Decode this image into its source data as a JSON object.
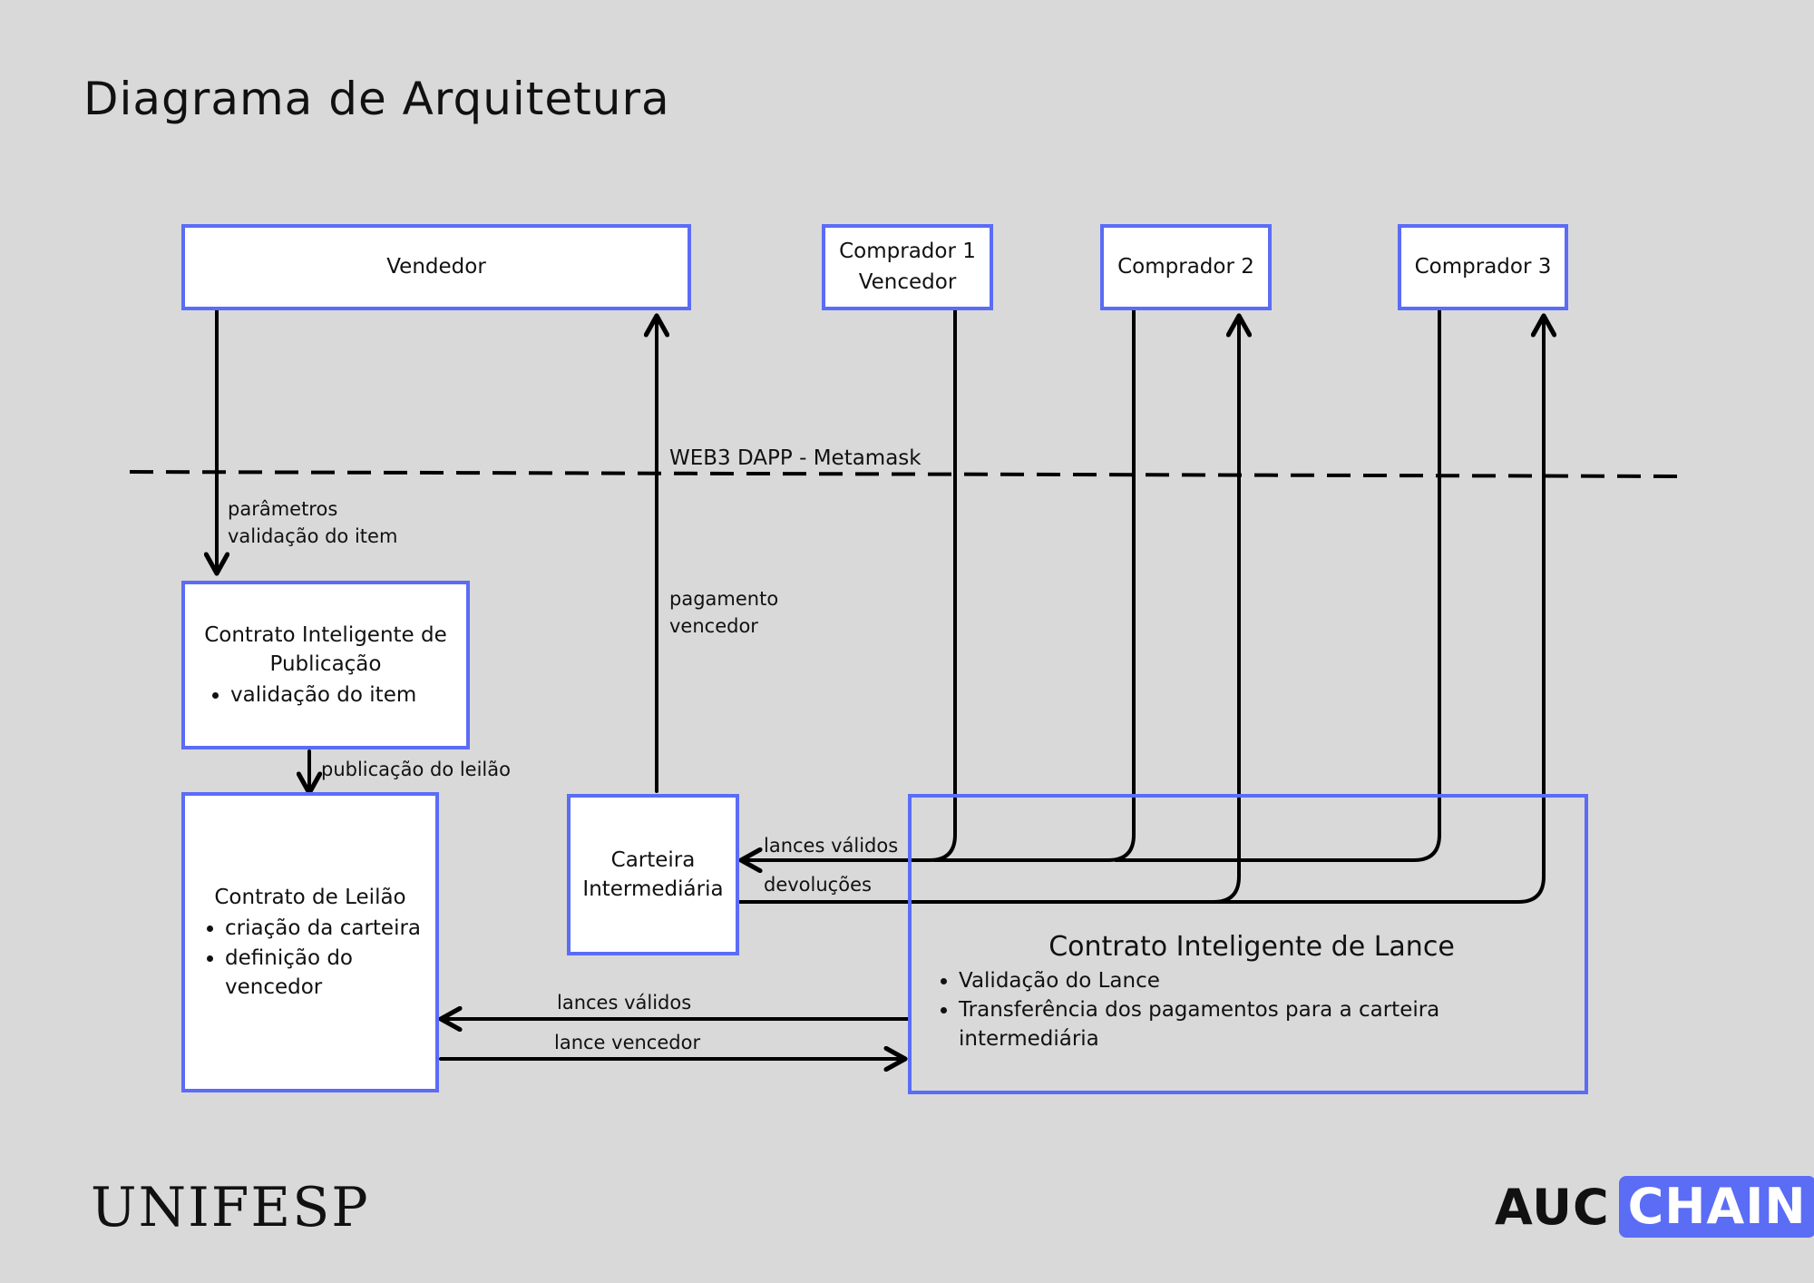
{
  "title": "Diagrama de Arquitetura",
  "accent_color": "#5b6cf5",
  "nodes": {
    "vendedor": "Vendedor",
    "comprador1": [
      "Comprador 1",
      "Vencedor"
    ],
    "comprador2": "Comprador 2",
    "comprador3": "Comprador 3",
    "publicacao": {
      "title": "Contrato Inteligente de Publicação",
      "bullets": [
        "validação do item"
      ]
    },
    "leilao": {
      "title": "Contrato de Leilão",
      "bullets": [
        "criação da carteira",
        "definição do vencedor"
      ]
    },
    "carteira": [
      "Carteira",
      "Intermediária"
    ],
    "lance": {
      "title": "Contrato Inteligente de Lance",
      "bullets": [
        "Validação do Lance",
        "Transferência dos pagamentos para a carteira intermediária"
      ]
    }
  },
  "labels": {
    "web3": "WEB3 DAPP - Metamask",
    "parametros": [
      "parâmetros",
      "validação do item"
    ],
    "pagamento": [
      "pagamento",
      "vencedor"
    ],
    "publicacao_leilao": "publicação do leilão",
    "lances_validos_top": "lances válidos",
    "devolucoes": "devoluções",
    "lances_validos_bottom": "lances válidos",
    "lance_vencedor": "lance vencedor"
  },
  "footer": {
    "institution": "UNIFESP",
    "logo_part1": "Auc",
    "logo_part2": "Chain"
  }
}
